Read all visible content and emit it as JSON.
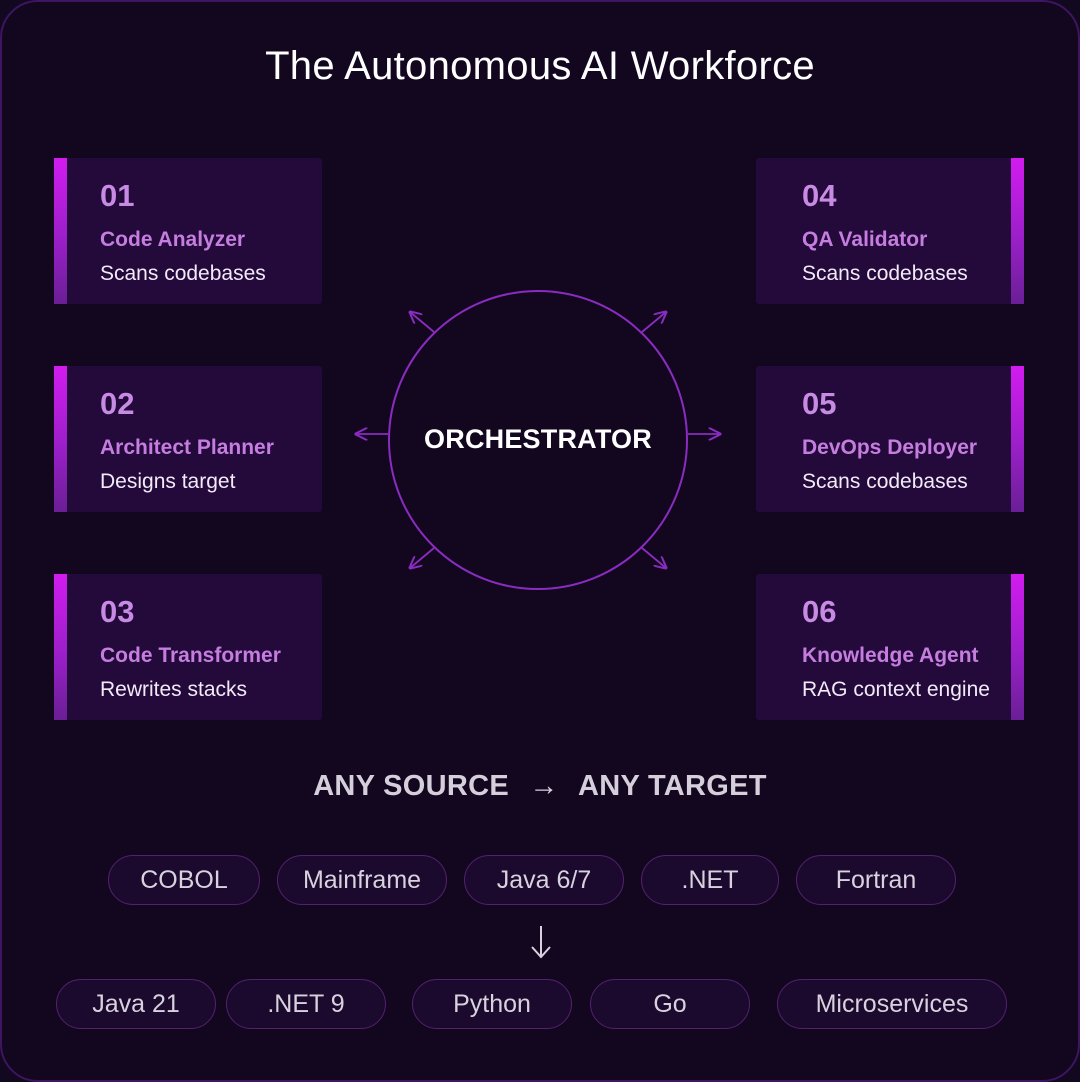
{
  "title": "The Autonomous AI Workforce",
  "orchestrator": "ORCHESTRATOR",
  "agents": [
    {
      "num": "01",
      "name": "Code Analyzer",
      "desc": "Scans codebases"
    },
    {
      "num": "02",
      "name": "Architect Planner",
      "desc": "Designs target"
    },
    {
      "num": "03",
      "name": "Code Transformer",
      "desc": "Rewrites stacks"
    },
    {
      "num": "04",
      "name": "QA Validator",
      "desc": "Scans codebases"
    },
    {
      "num": "05",
      "name": "DevOps Deployer",
      "desc": "Scans codebases"
    },
    {
      "num": "06",
      "name": "Knowledge Agent",
      "desc": "RAG context engine"
    }
  ],
  "mapping": {
    "source": "ANY SOURCE",
    "arrow": "→",
    "target": "ANY TARGET"
  },
  "sources": [
    "COBOL",
    "Mainframe",
    "Java 6/7",
    ".NET",
    "Fortran"
  ],
  "targets": [
    "Java 21",
    ".NET 9",
    "Python",
    "Go",
    "Microservices"
  ],
  "colors": {
    "background": "#13061f",
    "card": "#24093b",
    "accent": "#d21cf0",
    "agent_name": "#c57ddf",
    "circle": "#8a2cc0"
  }
}
